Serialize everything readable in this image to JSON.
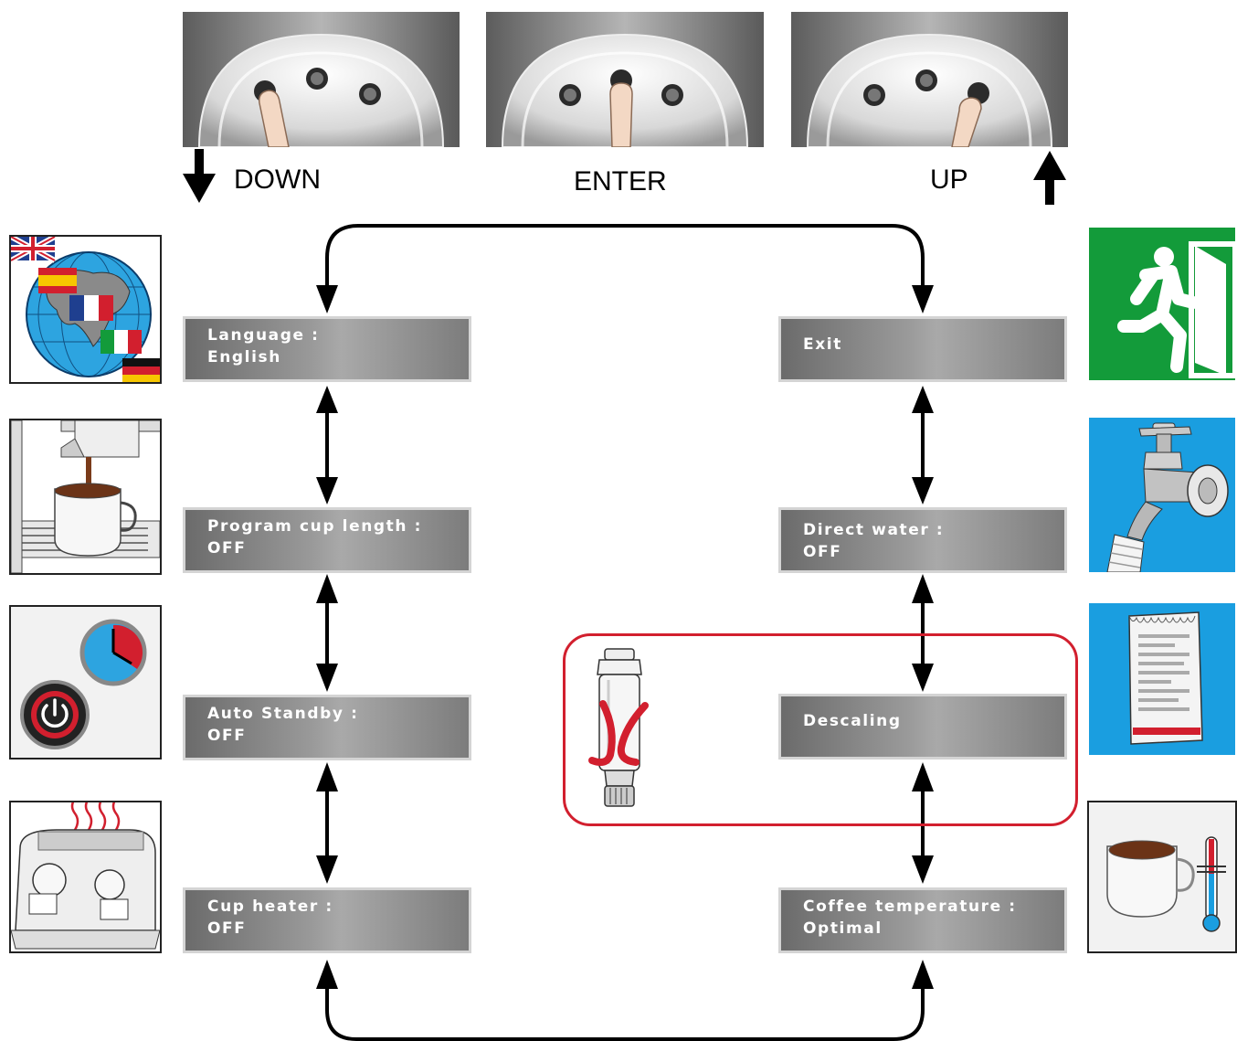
{
  "buttons": {
    "down": "DOWN",
    "enter": "ENTER",
    "up": "UP"
  },
  "left_menu": [
    {
      "line1": "Language :",
      "line2": "English"
    },
    {
      "line1": "Program cup length :",
      "line2": "OFF"
    },
    {
      "line1": "Auto Standby :",
      "line2": "OFF"
    },
    {
      "line1": "Cup heater :",
      "line2": "OFF"
    }
  ],
  "right_menu": [
    {
      "line1": "Exit",
      "line2": ""
    },
    {
      "line1": "Direct water :",
      "line2": "OFF"
    },
    {
      "line1": "Descaling",
      "line2": ""
    },
    {
      "line1": "Coffee temperature :",
      "line2": "Optimal"
    }
  ],
  "colors": {
    "highlight": "#d21f2e",
    "exit_green": "#139b3a",
    "water_blue": "#1a9ee0",
    "menu_text": "#ffffff"
  },
  "icons": {
    "left": [
      "globe-flags-icon",
      "coffee-dispensing-icon",
      "standby-timer-icon",
      "cup-heater-machine-icon"
    ],
    "right": [
      "exit-door-icon",
      "water-tap-icon",
      "descaling-packet-icon",
      "coffee-thermometer-icon"
    ],
    "filter": "water-filter-crossed-icon"
  }
}
